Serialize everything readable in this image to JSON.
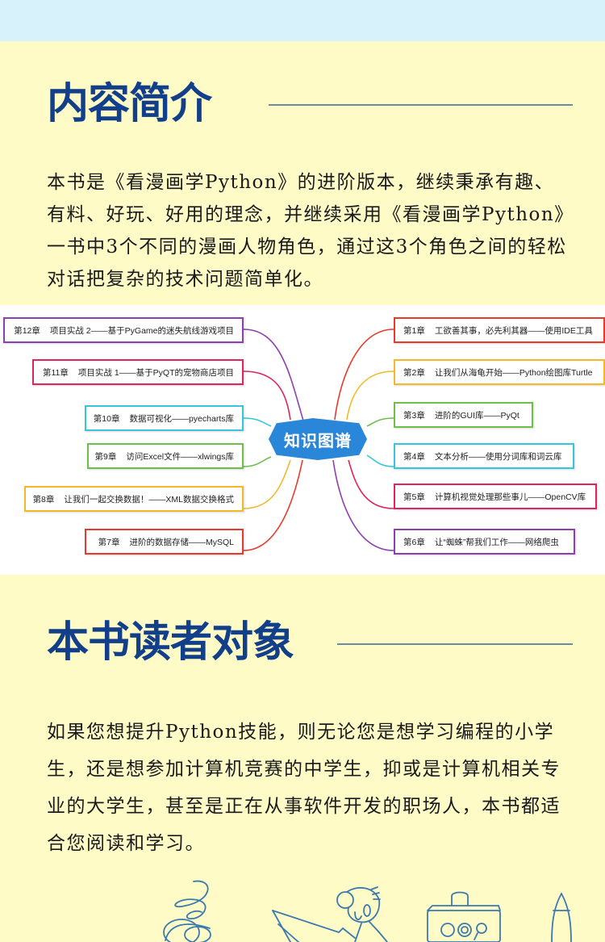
{
  "section_intro": {
    "title": "内容简介",
    "paragraph": "本书是《看漫画学Python》的进阶版本，继续秉承有趣、有料、好玩、好用的理念，并继续采用《看漫画学Python》一书中3个不同的漫画人物角色，通过这3个角色之间的轻松对话把复杂的技术问题简单化。"
  },
  "mindmap": {
    "center_label": "知识图谱",
    "center_color": "#2a86d8",
    "left_nodes": [
      {
        "chapter": "第12章",
        "title": "项目实战 2——基于PyGame的迷失航线游戏项目",
        "color": "#8e3fb3"
      },
      {
        "chapter": "第11章",
        "title": "项目实战 1——基于PyQT的宠物商店项目",
        "color": "#e2245c"
      },
      {
        "chapter": "第10章",
        "title": "数据可视化——pyecharts库",
        "color": "#33c6dc"
      },
      {
        "chapter": "第9章",
        "title": "访问Excel文件——xlwings库",
        "color": "#6cc04a"
      },
      {
        "chapter": "第8章",
        "title": "让我们一起交换数据！——XML数据交换格式",
        "color": "#f5b82a"
      },
      {
        "chapter": "第7章",
        "title": "进阶的数据存储——MySQL",
        "color": "#e8392b"
      }
    ],
    "right_nodes": [
      {
        "chapter": "第1章",
        "title": "工欲善其事，必先利其器——使用IDE工具",
        "color": "#e8392b"
      },
      {
        "chapter": "第2章",
        "title": "让我们从海龟开始——Python绘图库Turtle",
        "color": "#f5b82a"
      },
      {
        "chapter": "第3章",
        "title": "进阶的GUI库——PyQt",
        "color": "#6cc04a"
      },
      {
        "chapter": "第4章",
        "title": "文本分析——使用分词库和词云库",
        "color": "#33c6dc"
      },
      {
        "chapter": "第5章",
        "title": "计算机视觉处理那些事儿——OpenCV库",
        "color": "#e2245c"
      },
      {
        "chapter": "第6章",
        "title": "让“蜘蛛”帮我们工作——网络爬虫",
        "color": "#8e3fb3"
      }
    ]
  },
  "section_audience": {
    "title": "本书读者对象",
    "paragraph": "如果您想提升Python技能，则无论您是想学习编程的小学生，还是想参加计算机竞赛的中学生，抑或是计算机相关专业的大学生，甚至是正在从事软件开发的职场人，本书都适合您阅读和学习。"
  },
  "colors": {
    "heading": "#123f8a",
    "background": "#fefbc6",
    "top_band": "#d8f2fc",
    "illustration_line": "#3a7ab0"
  }
}
